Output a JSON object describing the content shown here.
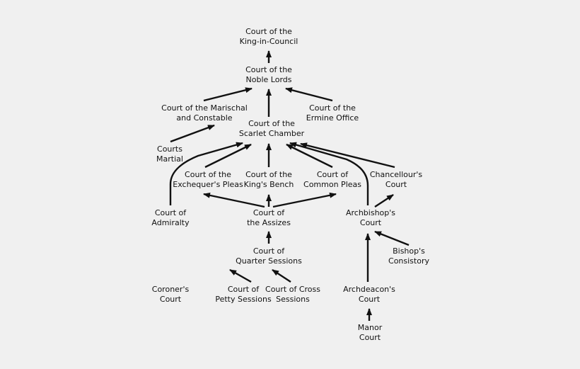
{
  "nodes": {
    "king_in_council": {
      "line1": "Court of the",
      "line2": "King-in-Council"
    },
    "noble_lords": {
      "line1": "Court of the",
      "line2": "Noble Lords"
    },
    "marischal": {
      "line1": "Court of the Marischal",
      "line2": "and Constable"
    },
    "ermine": {
      "line1": "Court of the",
      "line2": "Ermine Office"
    },
    "scarlet": {
      "line1": "Court of the",
      "line2": "Scarlet Chamber"
    },
    "courts_martial": {
      "line1": "Courts",
      "line2": "Martial"
    },
    "exchequer": {
      "line1": "Court of the",
      "line2": "Exchequer's Pleas"
    },
    "kings_bench": {
      "line1": "Court of the",
      "line2": "King's Bench"
    },
    "common_pleas": {
      "line1": "Court of",
      "line2": "Common Pleas"
    },
    "chancellour": {
      "line1": "Chancellour's",
      "line2": "Court"
    },
    "admiralty": {
      "line1": "Court of",
      "line2": "Admiralty"
    },
    "assizes": {
      "line1": "Court of",
      "line2": "the Assizes"
    },
    "archbishop": {
      "line1": "Archbishop's",
      "line2": "Court"
    },
    "bishop": {
      "line1": "Bishop's",
      "line2": "Consistory"
    },
    "quarter": {
      "line1": "Court of",
      "line2": "Quarter Sessions"
    },
    "coroner": {
      "line1": "Coroner's",
      "line2": "Court"
    },
    "petty": {
      "line1": "Court of",
      "line2": "Petty Sessions"
    },
    "cross": {
      "line1": "Court of Cross",
      "line2": "Sessions"
    },
    "archdeacon": {
      "line1": "Archdeacon's",
      "line2": "Court"
    },
    "manor": {
      "line1": "Manor",
      "line2": "Court"
    }
  },
  "edges": [
    {
      "from": "noble_lords",
      "to": "king_in_council"
    },
    {
      "from": "scarlet",
      "to": "noble_lords"
    },
    {
      "from": "marischal",
      "to": "noble_lords"
    },
    {
      "from": "ermine",
      "to": "noble_lords"
    },
    {
      "from": "courts_martial",
      "to": "marischal"
    },
    {
      "from": "exchequer",
      "to": "scarlet"
    },
    {
      "from": "kings_bench",
      "to": "scarlet"
    },
    {
      "from": "common_pleas",
      "to": "scarlet"
    },
    {
      "from": "chancellour",
      "to": "scarlet"
    },
    {
      "from": "admiralty",
      "to": "scarlet"
    },
    {
      "from": "archbishop",
      "to": "scarlet"
    },
    {
      "from": "assizes",
      "to": "exchequer"
    },
    {
      "from": "assizes",
      "to": "kings_bench"
    },
    {
      "from": "assizes",
      "to": "common_pleas"
    },
    {
      "from": "archbishop",
      "to": "chancellour"
    },
    {
      "from": "quarter",
      "to": "assizes"
    },
    {
      "from": "bishop",
      "to": "archbishop"
    },
    {
      "from": "archdeacon",
      "to": "archbishop"
    },
    {
      "from": "petty",
      "to": "quarter"
    },
    {
      "from": "cross",
      "to": "quarter"
    },
    {
      "from": "manor",
      "to": "archdeacon"
    }
  ],
  "colors": {
    "background": "#f0f0f0",
    "ink": "#111111"
  }
}
